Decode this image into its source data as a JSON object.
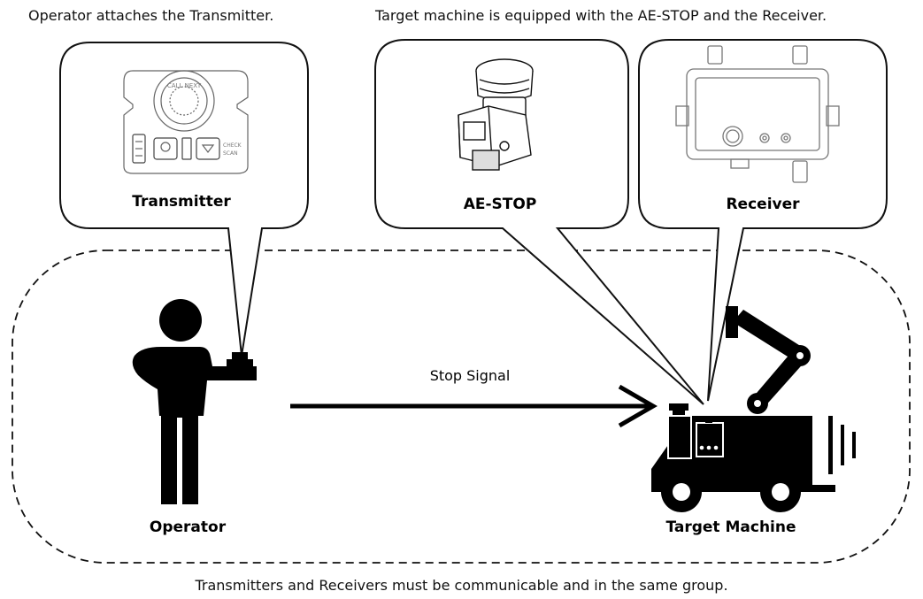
{
  "captions": {
    "top_left": "Operator attaches the Transmitter.",
    "top_right": "Target machine is equipped with the AE-STOP and the Receiver.",
    "bottom": "Transmitters and Receivers must be communicable and in the same group."
  },
  "callouts": {
    "transmitter": "Transmitter",
    "ae_stop": "AE-STOP",
    "receiver": "Receiver"
  },
  "labels": {
    "operator": "Operator",
    "target_machine": "Target Machine",
    "stop_signal": "Stop Signal"
  },
  "transmitter_device": {
    "button_text": "CALL NEXT",
    "side_text_1": "CHECK",
    "side_text_2": "SCAN"
  },
  "colors": {
    "line": "#111111",
    "background": "#ffffff",
    "device_lines": "#555555"
  }
}
